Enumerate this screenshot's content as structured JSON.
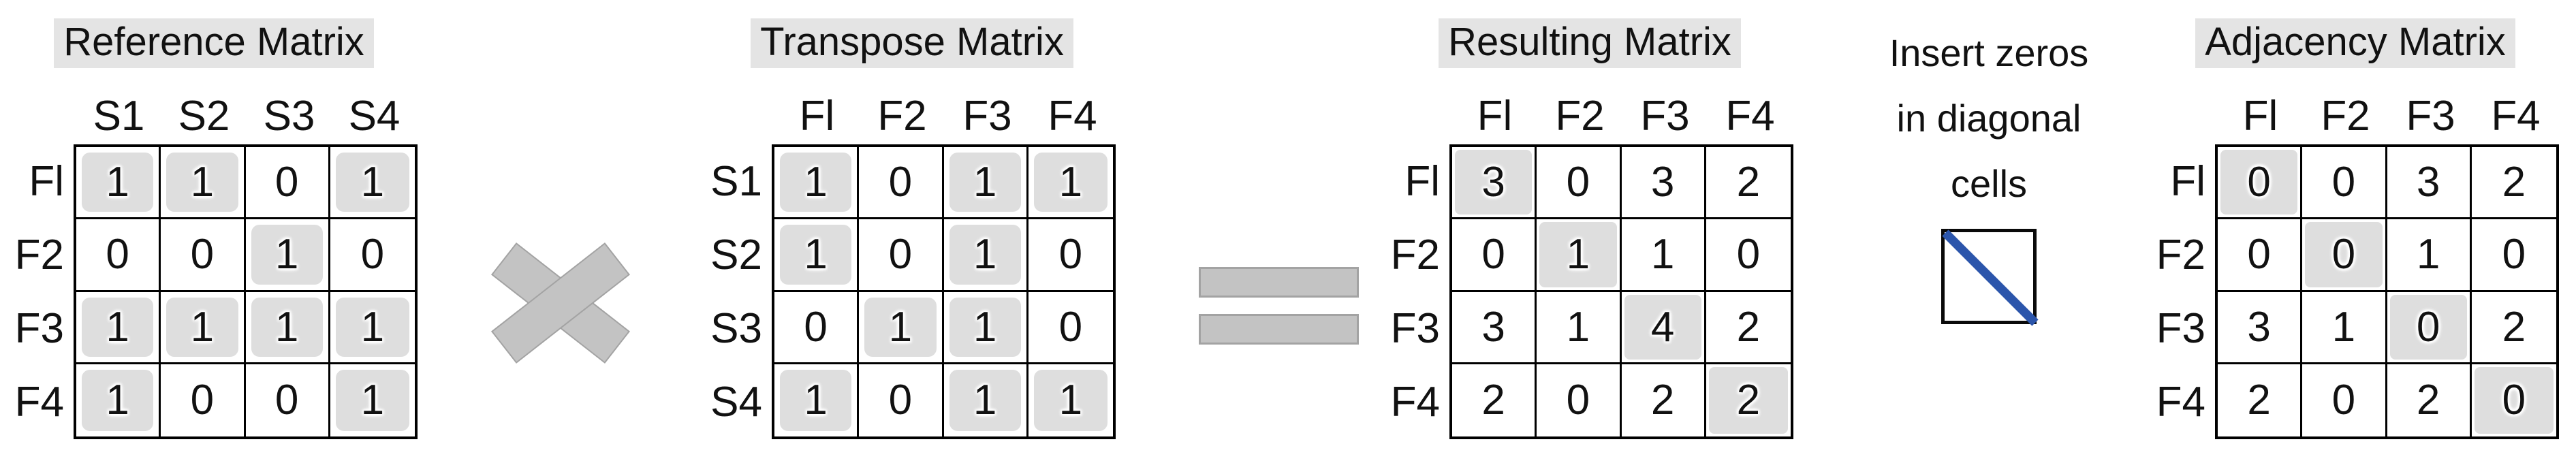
{
  "figure": {
    "description": "Matrix multiplication pipeline producing an adjacency matrix"
  },
  "matrices": [
    {
      "id": "reference",
      "title": "Reference Matrix",
      "col_headers": [
        "S1",
        "S2",
        "S3",
        "S4"
      ],
      "row_headers": [
        "Fl",
        "F2",
        "F3",
        "F4"
      ],
      "cells": [
        [
          1,
          1,
          0,
          1
        ],
        [
          0,
          0,
          1,
          0
        ],
        [
          1,
          1,
          1,
          1
        ],
        [
          1,
          0,
          0,
          1
        ]
      ],
      "shaded": [
        [
          true,
          true,
          false,
          true
        ],
        [
          false,
          false,
          true,
          false
        ],
        [
          true,
          true,
          true,
          true
        ],
        [
          true,
          false,
          false,
          true
        ]
      ],
      "shade_style": "soft-inset"
    },
    {
      "id": "transpose",
      "title": "Transpose Matrix",
      "col_headers": [
        "Fl",
        "F2",
        "F3",
        "F4"
      ],
      "row_headers": [
        "S1",
        "S2",
        "S3",
        "S4"
      ],
      "cells": [
        [
          1,
          0,
          1,
          1
        ],
        [
          1,
          0,
          1,
          0
        ],
        [
          0,
          1,
          1,
          0
        ],
        [
          1,
          0,
          1,
          1
        ]
      ],
      "shaded": [
        [
          true,
          false,
          true,
          true
        ],
        [
          true,
          false,
          true,
          false
        ],
        [
          false,
          true,
          true,
          false
        ],
        [
          true,
          false,
          true,
          true
        ]
      ],
      "shade_style": "soft-inset"
    },
    {
      "id": "resulting",
      "title": "Resulting Matrix",
      "col_headers": [
        "Fl",
        "F2",
        "F3",
        "F4"
      ],
      "row_headers": [
        "Fl",
        "F2",
        "F3",
        "F4"
      ],
      "cells": [
        [
          3,
          0,
          3,
          2
        ],
        [
          0,
          1,
          1,
          0
        ],
        [
          3,
          1,
          4,
          2
        ],
        [
          2,
          0,
          2,
          2
        ]
      ],
      "shaded": [
        [
          true,
          false,
          false,
          false
        ],
        [
          false,
          true,
          false,
          false
        ],
        [
          false,
          false,
          true,
          false
        ],
        [
          false,
          false,
          false,
          true
        ]
      ],
      "shade_style": "near-full"
    },
    {
      "id": "adjacency",
      "title": "Adjacency Matrix",
      "col_headers": [
        "Fl",
        "F2",
        "F3",
        "F4"
      ],
      "row_headers": [
        "Fl",
        "F2",
        "F3",
        "F4"
      ],
      "cells": [
        [
          0,
          0,
          3,
          2
        ],
        [
          0,
          0,
          1,
          0
        ],
        [
          3,
          1,
          0,
          2
        ],
        [
          2,
          0,
          2,
          0
        ]
      ],
      "shaded": [
        [
          true,
          false,
          false,
          false
        ],
        [
          false,
          true,
          false,
          false
        ],
        [
          false,
          false,
          true,
          false
        ],
        [
          false,
          false,
          false,
          true
        ]
      ],
      "shade_style": "near-full"
    }
  ],
  "operators": {
    "multiply": "×",
    "equals": "="
  },
  "note": {
    "lines": [
      "Insert zeros",
      "in diagonal",
      "cells"
    ]
  },
  "colors": {
    "shaded_cell": "#dedede",
    "title_highlight": "#e4e4e4",
    "operator_fill": "#c3c3c3",
    "operator_edge": "#a3a3a3",
    "diagonal_blue": "#2b55ab",
    "grid_border": "#000000"
  }
}
